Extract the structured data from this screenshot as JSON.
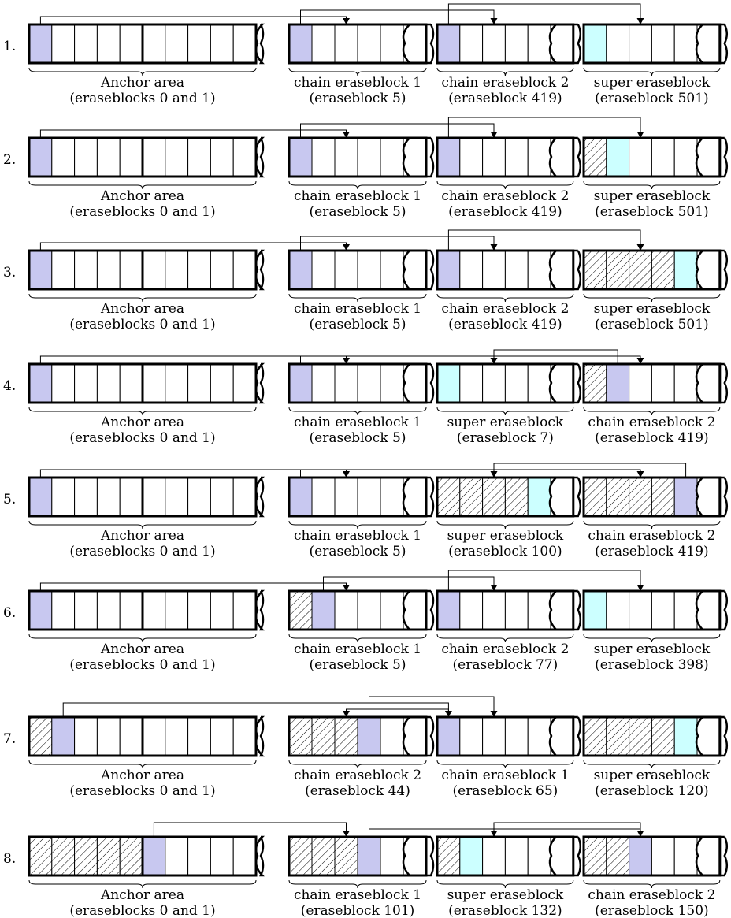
{
  "colors": {
    "blue": "#c8c8f0",
    "cyan": "#ccffff",
    "stroke": "#000000"
  },
  "rows": [
    {
      "num": "1.",
      "cells": {
        "A": [
          "B",
          "",
          "",
          "",
          "",
          "",
          "",
          "",
          "",
          ""
        ],
        "C": [
          "B",
          "",
          "",
          "",
          "",
          ""
        ],
        "D": [
          "B",
          "",
          "",
          "",
          "",
          ""
        ],
        "E": [
          "C",
          "",
          "",
          "",
          "",
          ""
        ]
      },
      "labels": {
        "A": [
          "Anchor area",
          "(eraseblocks 0 and 1)"
        ],
        "C": [
          "chain eraseblock 1",
          "(eraseblock 5)"
        ],
        "D": [
          "chain eraseblock 2",
          "(eraseblock 419)"
        ],
        "E": [
          "super eraseblock",
          "(eraseblock 501)"
        ]
      },
      "arrows": [
        {
          "from": [
            "A",
            0
          ],
          "to": [
            "C",
            2
          ],
          "level": 0
        },
        {
          "from": [
            "C",
            0
          ],
          "to": [
            "D",
            2
          ],
          "level": 1
        },
        {
          "from": [
            "D",
            0
          ],
          "to": [
            "E",
            2
          ],
          "level": 2
        }
      ]
    },
    {
      "num": "2.",
      "cells": {
        "A": [
          "B",
          "",
          "",
          "",
          "",
          "",
          "",
          "",
          "",
          ""
        ],
        "C": [
          "B",
          "",
          "",
          "",
          "",
          ""
        ],
        "D": [
          "B",
          "",
          "",
          "",
          "",
          ""
        ],
        "E": [
          "H",
          "C",
          "",
          "",
          "",
          ""
        ]
      },
      "labels": {
        "A": [
          "Anchor area",
          "(eraseblocks 0 and 1)"
        ],
        "C": [
          "chain eraseblock 1",
          "(eraseblock 5)"
        ],
        "D": [
          "chain eraseblock 2",
          "(eraseblock 419)"
        ],
        "E": [
          "super eraseblock",
          "(eraseblock 501)"
        ]
      },
      "arrows": [
        {
          "from": [
            "A",
            0
          ],
          "to": [
            "C",
            2
          ],
          "level": 0
        },
        {
          "from": [
            "C",
            0
          ],
          "to": [
            "D",
            2
          ],
          "level": 1
        },
        {
          "from": [
            "D",
            0
          ],
          "to": [
            "E",
            2
          ],
          "level": 2
        }
      ]
    },
    {
      "num": "3.",
      "cells": {
        "A": [
          "B",
          "",
          "",
          "",
          "",
          "",
          "",
          "",
          "",
          ""
        ],
        "C": [
          "B",
          "",
          "",
          "",
          "",
          ""
        ],
        "D": [
          "B",
          "",
          "",
          "",
          "",
          ""
        ],
        "E": [
          "H",
          "H",
          "H",
          "H",
          "C",
          ""
        ]
      },
      "labels": {
        "A": [
          "Anchor area",
          "(eraseblocks 0 and 1)"
        ],
        "C": [
          "chain eraseblock 1",
          "(eraseblock 5)"
        ],
        "D": [
          "chain eraseblock 2",
          "(eraseblock 419)"
        ],
        "E": [
          "super eraseblock",
          "(eraseblock 501)"
        ]
      },
      "arrows": [
        {
          "from": [
            "A",
            0
          ],
          "to": [
            "C",
            2
          ],
          "level": 0
        },
        {
          "from": [
            "C",
            0
          ],
          "to": [
            "D",
            2
          ],
          "level": 1
        },
        {
          "from": [
            "D",
            0
          ],
          "to": [
            "E",
            2
          ],
          "level": 2
        }
      ]
    },
    {
      "num": "4.",
      "cells": {
        "A": [
          "B",
          "",
          "",
          "",
          "",
          "",
          "",
          "",
          "",
          ""
        ],
        "C": [
          "B",
          "",
          "",
          "",
          "",
          ""
        ],
        "D": [
          "C",
          "",
          "",
          "",
          "",
          ""
        ],
        "E": [
          "H",
          "B",
          "",
          "",
          "",
          ""
        ]
      },
      "labels": {
        "A": [
          "Anchor area",
          "(eraseblocks 0 and 1)"
        ],
        "C": [
          "chain eraseblock 1",
          "(eraseblock 5)"
        ],
        "D": [
          "super eraseblock",
          "(eraseblock 7)"
        ],
        "E": [
          "chain eraseblock 2",
          "(eraseblock 419)"
        ]
      },
      "arrows": [
        {
          "from": [
            "A",
            0
          ],
          "to": [
            "C",
            2
          ],
          "level": 0
        },
        {
          "from": [
            "C",
            0
          ],
          "to": [
            "E",
            2
          ],
          "level": 0
        },
        {
          "from": [
            "E",
            1
          ],
          "to": [
            "D",
            2
          ],
          "level": 1
        }
      ]
    },
    {
      "num": "5.",
      "cells": {
        "A": [
          "B",
          "",
          "",
          "",
          "",
          "",
          "",
          "",
          "",
          ""
        ],
        "C": [
          "B",
          "",
          "",
          "",
          "",
          ""
        ],
        "D": [
          "H",
          "H",
          "H",
          "H",
          "C",
          ""
        ],
        "E": [
          "H",
          "H",
          "H",
          "H",
          "B",
          ""
        ]
      },
      "labels": {
        "A": [
          "Anchor area",
          "(eraseblocks 0 and 1)"
        ],
        "C": [
          "chain eraseblock 1",
          "(eraseblock 5)"
        ],
        "D": [
          "super eraseblock",
          "(eraseblock 100)"
        ],
        "E": [
          "chain eraseblock 2",
          "(eraseblock 419)"
        ]
      },
      "arrows": [
        {
          "from": [
            "A",
            0
          ],
          "to": [
            "C",
            2
          ],
          "level": 0
        },
        {
          "from": [
            "C",
            0
          ],
          "to": [
            "E",
            2
          ],
          "level": 0
        },
        {
          "from": [
            "E",
            4
          ],
          "to": [
            "D",
            2
          ],
          "level": 1
        }
      ]
    },
    {
      "num": "6.",
      "cells": {
        "A": [
          "B",
          "",
          "",
          "",
          "",
          "",
          "",
          "",
          "",
          ""
        ],
        "C": [
          "H",
          "B",
          "",
          "",
          "",
          ""
        ],
        "D": [
          "B",
          "",
          "",
          "",
          "",
          ""
        ],
        "E": [
          "C",
          "",
          "",
          "",
          "",
          ""
        ]
      },
      "labels": {
        "A": [
          "Anchor area",
          "(eraseblocks 0 and 1)"
        ],
        "C": [
          "chain eraseblock 1",
          "(eraseblock 5)"
        ],
        "D": [
          "chain eraseblock 2",
          "(eraseblock 77)"
        ],
        "E": [
          "super eraseblock",
          "(eraseblock 398)"
        ]
      },
      "arrows": [
        {
          "from": [
            "A",
            0
          ],
          "to": [
            "C",
            2
          ],
          "level": 0
        },
        {
          "from": [
            "C",
            1
          ],
          "to": [
            "D",
            2
          ],
          "level": 1
        },
        {
          "from": [
            "D",
            0
          ],
          "to": [
            "E",
            2
          ],
          "level": 2
        }
      ]
    },
    {
      "num": "7.",
      "cells": {
        "A": [
          "H",
          "B",
          "",
          "",
          "",
          "",
          "",
          "",
          "",
          ""
        ],
        "C": [
          "H",
          "H",
          "H",
          "B",
          "",
          ""
        ],
        "D": [
          "B",
          "",
          "",
          "",
          "",
          ""
        ],
        "E": [
          "H",
          "H",
          "H",
          "H",
          "C",
          ""
        ]
      },
      "labels": {
        "A": [
          "Anchor area",
          "(eraseblocks 0 and 1)"
        ],
        "C": [
          "chain eraseblock 2",
          "(eraseblock 44)"
        ],
        "D": [
          "chain eraseblock 1",
          "(eraseblock 65)"
        ],
        "E": [
          "super eraseblock",
          "(eraseblock 120)"
        ]
      },
      "arrows": [
        {
          "from": [
            "A",
            1
          ],
          "to": [
            "D",
            0
          ],
          "level": 1
        },
        {
          "from": [
            "D",
            0
          ],
          "to": [
            "C",
            2
          ],
          "level": 0
        },
        {
          "from": [
            "C",
            3
          ],
          "to": [
            "D",
            2
          ],
          "level": 2
        }
      ]
    },
    {
      "num": "8.",
      "cells": {
        "A": [
          "H",
          "H",
          "H",
          "H",
          "H",
          "B",
          "",
          "",
          "",
          ""
        ],
        "C": [
          "H",
          "H",
          "H",
          "B",
          "",
          ""
        ],
        "D": [
          "H",
          "C",
          "",
          "",
          "",
          ""
        ],
        "E": [
          "H",
          "H",
          "B",
          "",
          "",
          ""
        ]
      },
      "labels": {
        "A": [
          "Anchor area",
          "(eraseblocks 0 and 1)"
        ],
        "C": [
          "chain eraseblock 1",
          "(eraseblock 101)"
        ],
        "D": [
          "super eraseblock",
          "(eraseblock 132)"
        ],
        "E": [
          "chain eraseblock 2",
          "(eraseblock 150)"
        ]
      },
      "arrows": [
        {
          "from": [
            "A",
            5
          ],
          "to": [
            "C",
            2
          ],
          "level": 1
        },
        {
          "from": [
            "C",
            3
          ],
          "to": [
            "E",
            2
          ],
          "level": 0
        },
        {
          "from": [
            "E",
            2
          ],
          "to": [
            "D",
            2
          ],
          "level": 1
        }
      ]
    }
  ]
}
